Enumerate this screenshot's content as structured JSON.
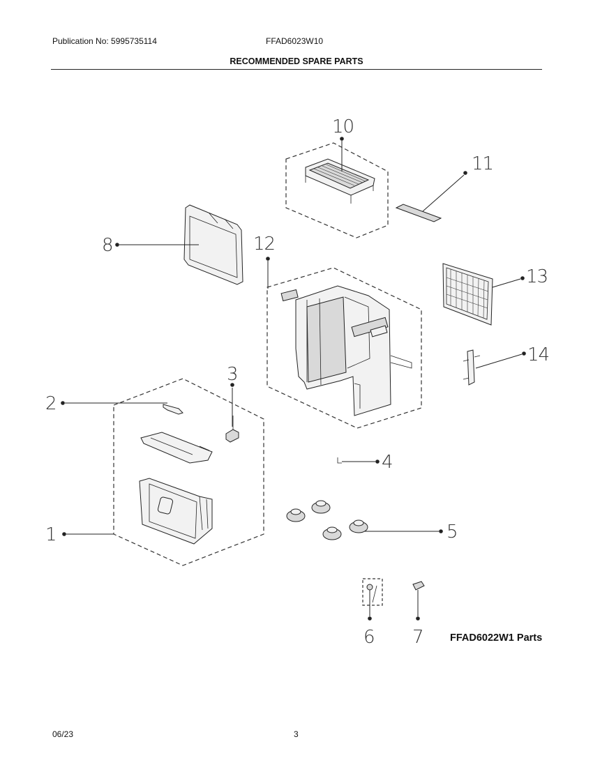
{
  "header": {
    "publication": "Publication No: 5995735114",
    "model": "FFAD6023W10",
    "title": "RECOMMENDED SPARE PARTS"
  },
  "diagram": {
    "subtitle": "FFAD6022W1 Parts",
    "callouts": [
      "1",
      "2",
      "3",
      "4",
      "5",
      "6",
      "7",
      "8",
      "10",
      "11",
      "12",
      "13",
      "14"
    ]
  },
  "footer": {
    "date": "06/23",
    "page": "3"
  }
}
